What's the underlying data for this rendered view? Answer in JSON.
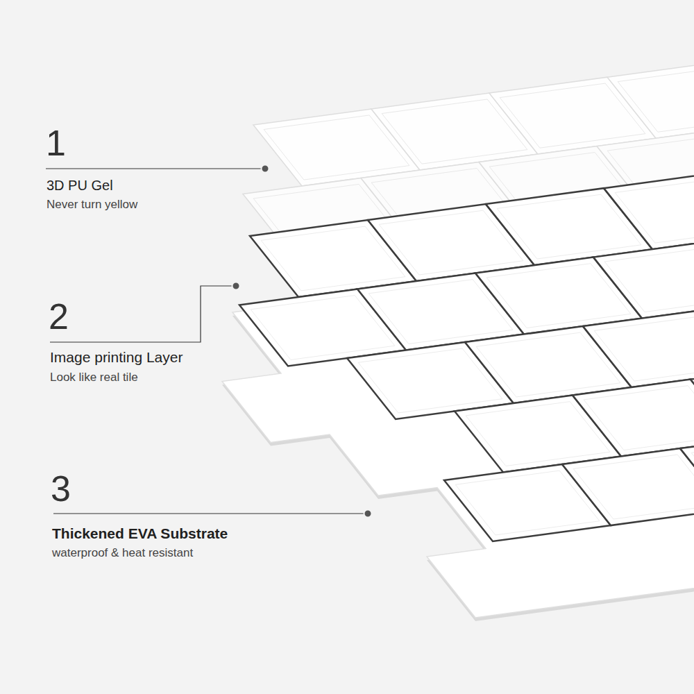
{
  "diagram": {
    "labels": [
      "1",
      "3D PU Gel",
      "Never turn yellow",
      "2",
      "Image printing Layer",
      "Look like real tile",
      "3",
      "Thickened EVA Substrate",
      "waterproof & heat resistant"
    ]
  }
}
